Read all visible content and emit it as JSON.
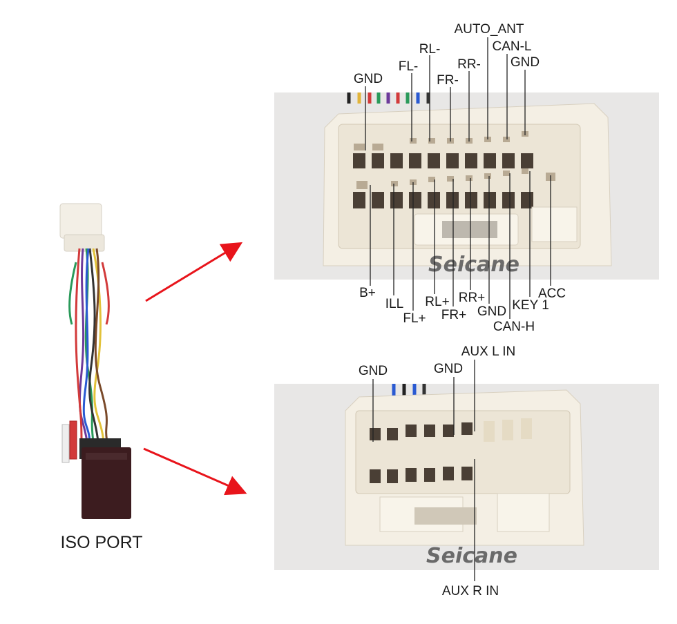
{
  "title": "ISO PORT",
  "brand": "Seicane",
  "colors": {
    "arrow": "#e8141b",
    "leader": "#222222",
    "photo_bg": "#e8e7e6",
    "connector": "#f4efe4",
    "module": "#3c1c1f"
  },
  "upper_labels": {
    "auto_ant": "AUTO_ANT",
    "can_l": "CAN-L",
    "rl_minus": "RL-",
    "gnd_top_right": "GND",
    "fl_minus": "FL-",
    "rr_minus": "RR-",
    "gnd_top_left": "GND",
    "fr_minus": "FR-",
    "b_plus": "B+",
    "acc": "ACC",
    "ill": "ILL",
    "rl_plus": "RL+",
    "rr_plus": "RR+",
    "key1": "KEY 1",
    "fl_plus": "FL+",
    "fr_plus": "FR+",
    "gnd_bottom": "GND",
    "can_h": "CAN-H"
  },
  "lower_labels": {
    "aux_l_in": "AUX L IN",
    "gnd_left": "GND",
    "gnd_mid": "GND",
    "aux_r_in": "AUX R IN"
  }
}
